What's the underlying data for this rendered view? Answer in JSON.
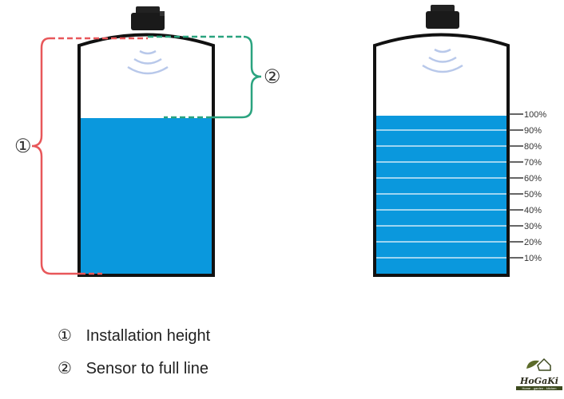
{
  "diagram": {
    "left_tank": {
      "marker_1": "①",
      "marker_2": "②"
    },
    "right_tank": {
      "scale_labels": [
        "100%",
        "90%",
        "80%",
        "70%",
        "60%",
        "50%",
        "40%",
        "30%",
        "20%",
        "10%"
      ]
    }
  },
  "legend": [
    {
      "number": "①",
      "label": "Installation height"
    },
    {
      "number": "②",
      "label": "Sensor to full line"
    }
  ],
  "logo": {
    "brand": "HoGaKi",
    "tagline": "Home - garden - kitchen"
  },
  "colors": {
    "water": "#0a98dd",
    "red_bracket": "#e8575a",
    "green_bracket": "#2aa37f"
  }
}
